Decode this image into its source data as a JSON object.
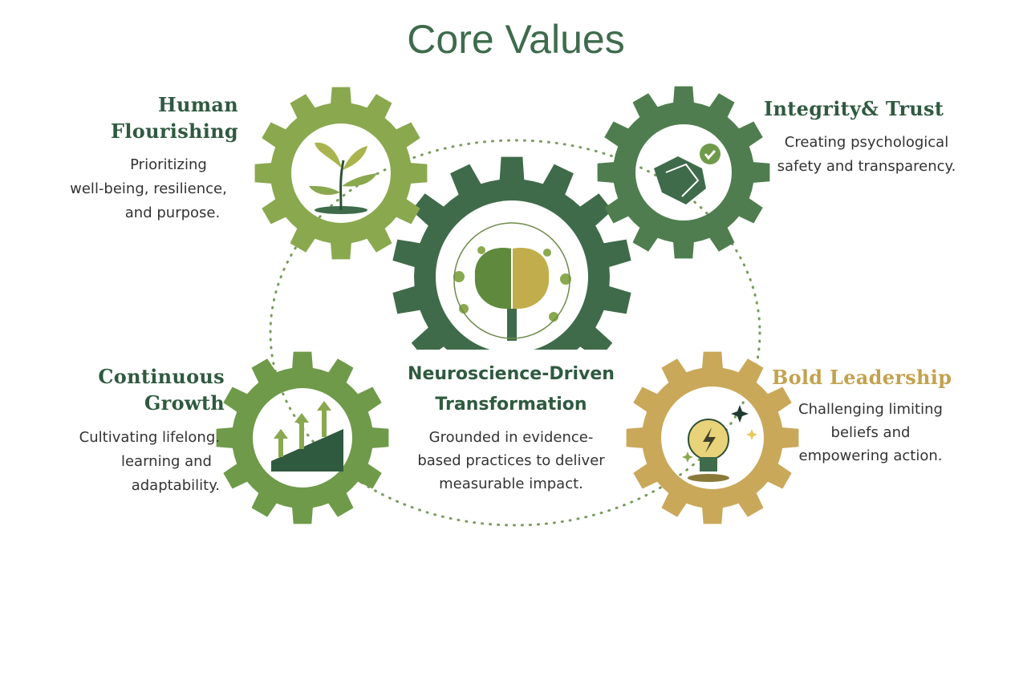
{
  "title": "Core Values",
  "colors": {
    "dark_green": "#3f6b4a",
    "light_green": "#8aa84e",
    "mid_green": "#6f9a4a",
    "teal_green": "#4f7d4f",
    "gold": "#c9a85a",
    "heading_gold": "#c3a24f"
  },
  "values": {
    "human_flourishing": {
      "title_lines": [
        "Human",
        "Flourishing"
      ],
      "desc_lines": [
        "Prioritizing",
        "well-being, resilience,",
        "and purpose."
      ],
      "icon": "sprout-icon"
    },
    "integrity_trust": {
      "title_lines": [
        "Integrity& Trust"
      ],
      "desc_lines": [
        "Creating psychological",
        "safety and transparency."
      ],
      "icon": "handshake-check-icon"
    },
    "neuroscience": {
      "title_lines": [
        "Neuroscience-Driven",
        "Transformation"
      ],
      "desc_lines": [
        "Grounded in evidence-",
        "based practices to deliver",
        "measurable impact."
      ],
      "icon": "brain-icon"
    },
    "continuous_growth": {
      "title_lines": [
        "Continuous",
        "Growth"
      ],
      "desc_lines": [
        "Cultivating lifelong.",
        "learning and",
        "adaptability."
      ],
      "icon": "growth-chart-icon"
    },
    "bold_leadership": {
      "title_lines": [
        "Bold Leadership"
      ],
      "desc_lines": [
        "Challenging limiting",
        "beliefs and",
        "empowering action."
      ],
      "icon": "lightbulb-icon"
    }
  }
}
